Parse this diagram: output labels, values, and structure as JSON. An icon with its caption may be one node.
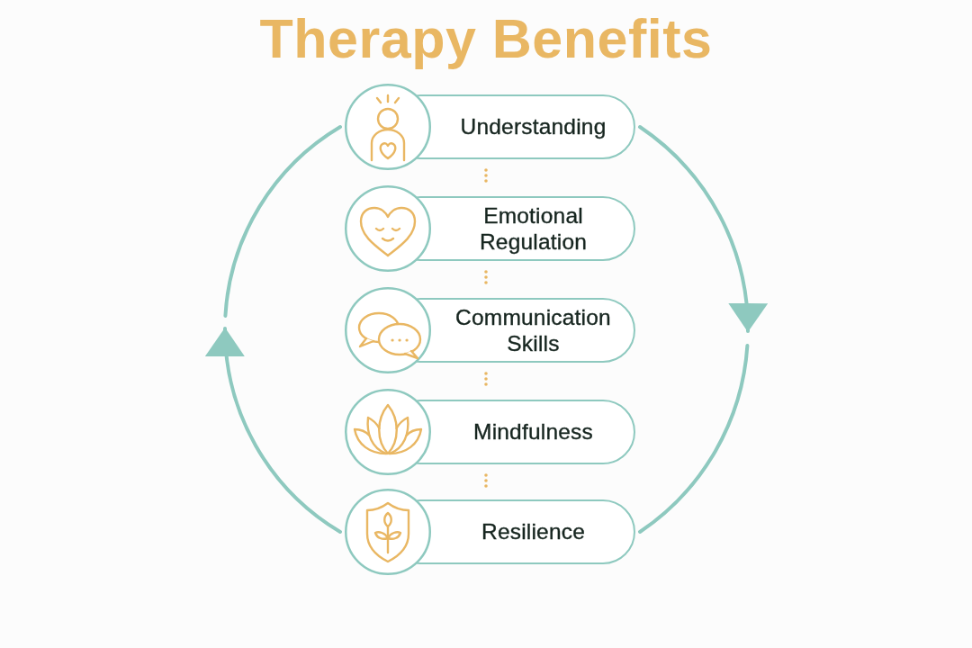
{
  "diagram": {
    "title": "Therapy Benefits",
    "nodes": [
      {
        "text": [
          "Understanding"
        ]
      },
      {
        "text": [
          "Emotional Regulation"
        ]
      },
      {
        "text": [
          "Communication Skills"
        ]
      },
      {
        "text": [
          "Mindfulness"
        ]
      },
      {
        "text": [
          "Resilience"
        ]
      }
    ],
    "edges": [
      {
        "from": 0,
        "to": 1,
        "arrow": "none",
        "style": "dashed",
        "color": "#e9b763"
      },
      {
        "from": 1,
        "to": 2,
        "arrow": "none",
        "style": "dashed",
        "color": "#e9b763"
      },
      {
        "from": 2,
        "to": 3,
        "arrow": "none",
        "style": "dashed",
        "color": "#e9b763"
      },
      {
        "from": 3,
        "to": 4,
        "arrow": "none",
        "style": "dashed",
        "color": "#e9b763"
      },
      {
        "from": 0,
        "to": null,
        "arrow": "to",
        "color": "#8ec9bf"
      },
      {
        "from": null,
        "to": 4,
        "arrow": "none",
        "color": "#8ec9bf"
      },
      {
        "from": 4,
        "to": null,
        "arrow": "to",
        "color": "#8ec9bf"
      },
      {
        "from": null,
        "to": 0,
        "arrow": "none",
        "color": "#8ec9bf"
      }
    ]
  }
}
